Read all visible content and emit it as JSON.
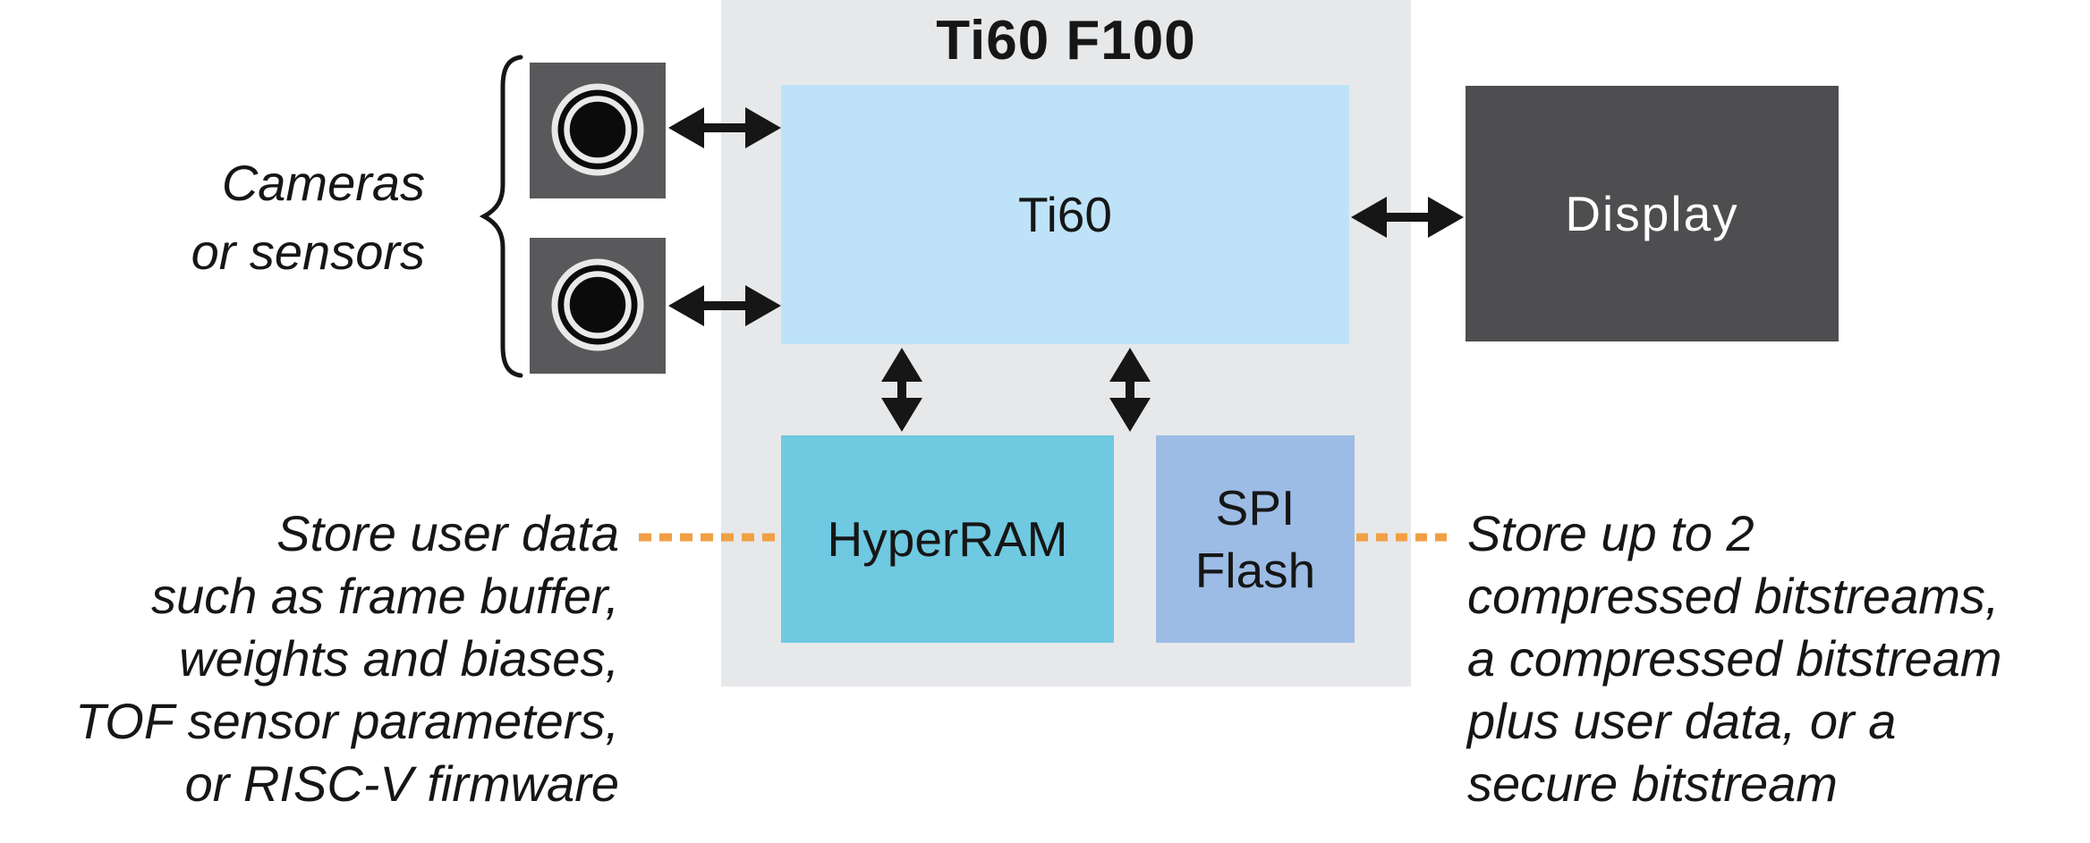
{
  "figure": {
    "title": "Ti60 F100",
    "cameras_label": {
      "lines": [
        "Cameras",
        "or sensors"
      ]
    },
    "boxes": {
      "ti60": {
        "label": "Ti60"
      },
      "display": {
        "label": "Display"
      },
      "hyperram": {
        "label": "HyperRAM"
      },
      "spi_flash": {
        "lines": [
          "SPI",
          "Flash"
        ]
      }
    },
    "notes": {
      "hyperram": {
        "lines": [
          "Store user data",
          "such as frame buffer,",
          "weights and biases,",
          "TOF sensor parameters,",
          "or RISC-V firmware"
        ]
      },
      "spi_flash": {
        "lines": [
          "Store up to 2",
          "compressed bitstreams,",
          "a compressed bitstream",
          "plus user data, or a",
          "secure bitstream"
        ]
      }
    },
    "colors": {
      "fpga_container_bg": "#E7E8EA",
      "ti60_bg": "#BEE3F8",
      "hyperram_bg": "#6FC9E0",
      "spi_flash_bg": "#9CBCE5",
      "display_bg": "#4E4E50",
      "camera_bg": "#59595B",
      "connector_orange": "#F0A044",
      "arrow_black": "#161616"
    }
  }
}
